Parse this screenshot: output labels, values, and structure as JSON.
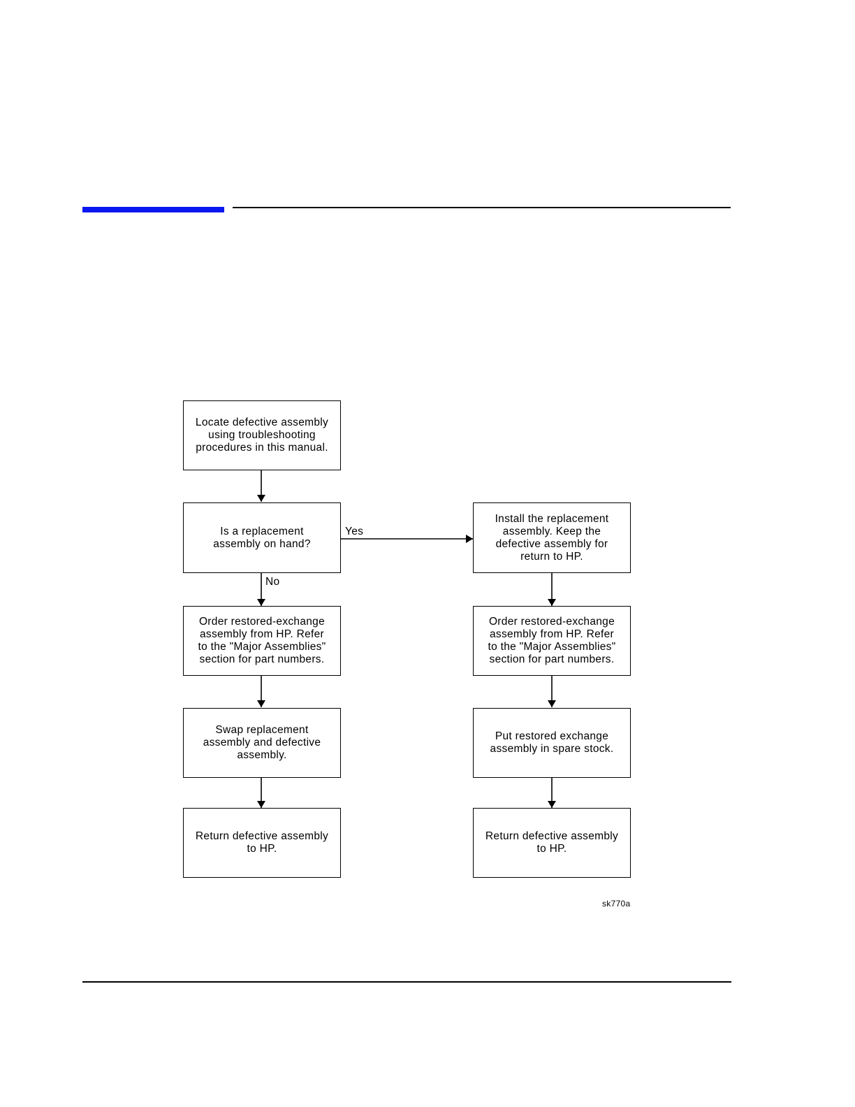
{
  "colors": {
    "accent": "#0a17f0",
    "line": "#000000"
  },
  "flowchart": {
    "locate": "Locate defective assembly\nusing troubleshooting\nprocedures in this manual.",
    "decision": "Is a replacement\nassembly on hand?",
    "yes_label": "Yes",
    "no_label": "No",
    "install": "Install the replacement\nassembly.  Keep the\ndefective assembly for\nreturn to HP.",
    "order_left": "Order restored-exchange\nassembly from HP.  Refer\nto the \"Major Assemblies\"\nsection for part numbers.",
    "order_right": "Order restored-exchange\nassembly from HP.  Refer\nto the \"Major Assemblies\"\nsection for part numbers.",
    "swap": "Swap replacement\nassembly and defective\nassembly.",
    "put_stock": "Put restored exchange\nassembly in spare stock.",
    "return_left": "Return defective assembly\nto HP.",
    "return_right": "Return defective assembly\nto HP.",
    "figure_id": "sk770a"
  }
}
